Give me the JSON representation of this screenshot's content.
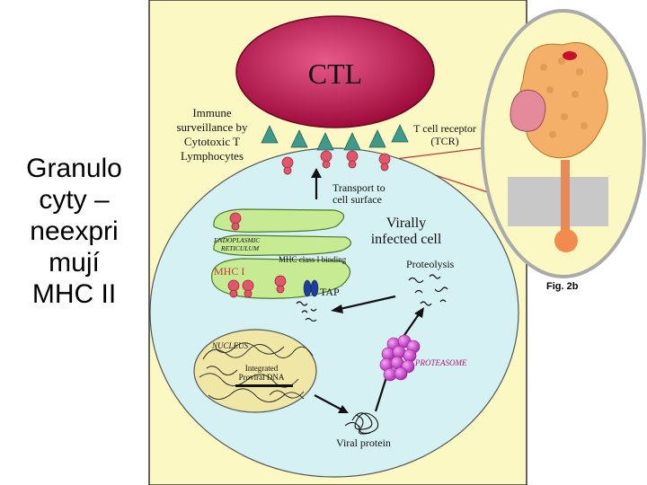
{
  "title_lines": [
    "Granulo",
    "cyty –",
    "neexpri",
    "mují",
    "MHC II"
  ],
  "diagram": {
    "ctl": "CTL",
    "immune_lines": [
      "Immune",
      "surveillance by",
      "Cytotoxic T",
      "Lymphocytes"
    ],
    "tcr_lines": [
      "T cell receptor",
      "(TCR)"
    ],
    "transport_lines": [
      "Transport to",
      "cell surface"
    ],
    "virally_lines": [
      "Virally",
      "infected cell"
    ],
    "er_lines": [
      "ENDOPLASMIC",
      "RETICULUM"
    ],
    "mhc1": "MHC I",
    "mhc_binding": "MHC class I binding",
    "tap": "TAP",
    "proteolysis": "Proteolysis",
    "proteasome": "PROTEASOME",
    "nucleus": "NUCLEUS",
    "integrated_lines": [
      "Integrated",
      "Proviral DNA"
    ],
    "viral_protein": "Viral protein",
    "fig_label": "Fig. 2b"
  },
  "colors": {
    "panel_bg": "#fcf8c4",
    "ctl": "#b5124a",
    "cell": "#d6f1f4",
    "er": "#c6eb93",
    "nucleus": "#f0e6a6",
    "proteasome": "#d24fd4",
    "mhc": "#e2566c",
    "tcr": "#3f9a8c",
    "protein": "#f4b069"
  }
}
